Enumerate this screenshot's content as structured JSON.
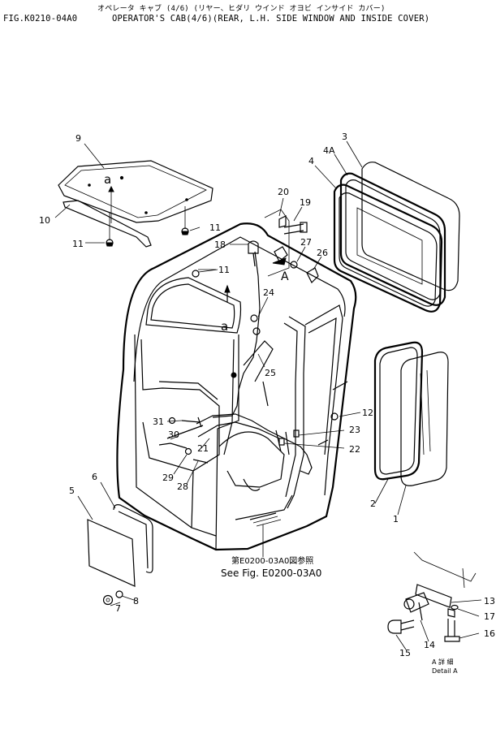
{
  "header": {
    "japanese_title": "オペレータ キャブ (4/6) (リヤー、ヒダリ ウインド オヨビ インサイド カバー)",
    "fig_number": "FIG.K0210-04A0",
    "title": "OPERATOR'S CAB(4/6)(REAR, L.H. SIDE WINDOW AND INSIDE COVER)"
  },
  "callouts": {
    "c1": "1",
    "c2": "2",
    "c3": "3",
    "c4": "4",
    "c4a": "4A",
    "c5": "5",
    "c6": "6",
    "c7": "7",
    "c8": "8",
    "c9": "9",
    "c10": "10",
    "c11a": "11",
    "c11b": "11",
    "c11c": "11",
    "c12": "12",
    "c13": "13",
    "c14": "14",
    "c15": "15",
    "c16": "16",
    "c17": "17",
    "c18": "18",
    "c19": "19",
    "c20": "20",
    "c21": "21",
    "c22": "22",
    "c23": "23",
    "c24": "24",
    "c25": "25",
    "c26": "26",
    "c27": "27",
    "c28": "28",
    "c29": "29",
    "c30": "30",
    "c31": "31"
  },
  "markers": {
    "a_top": "a",
    "a_cab": "a",
    "A_view": "A"
  },
  "notes": {
    "see_jp": "第E0200-03A0図参照",
    "see_en": "See Fig. E0200-03A0",
    "detail_jp": "A 詳 細",
    "detail_en": "Detail A"
  }
}
